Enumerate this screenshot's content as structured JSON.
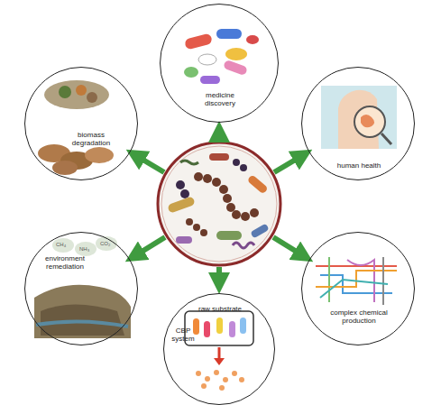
{
  "diagram": {
    "nodes": [
      {
        "text": [
          "medicine discovery"
        ]
      },
      {
        "text": [
          "biomass degradation"
        ]
      },
      {
        "text": [
          "human health"
        ]
      },
      {
        "text": [
          "environment remediation"
        ]
      },
      {
        "text": [
          "complex chemical production"
        ]
      },
      {
        "text": [
          "raw substrate",
          "CBP system"
        ]
      }
    ],
    "labels": [
      "CH₄",
      "NH₃",
      "CO₂"
    ]
  }
}
